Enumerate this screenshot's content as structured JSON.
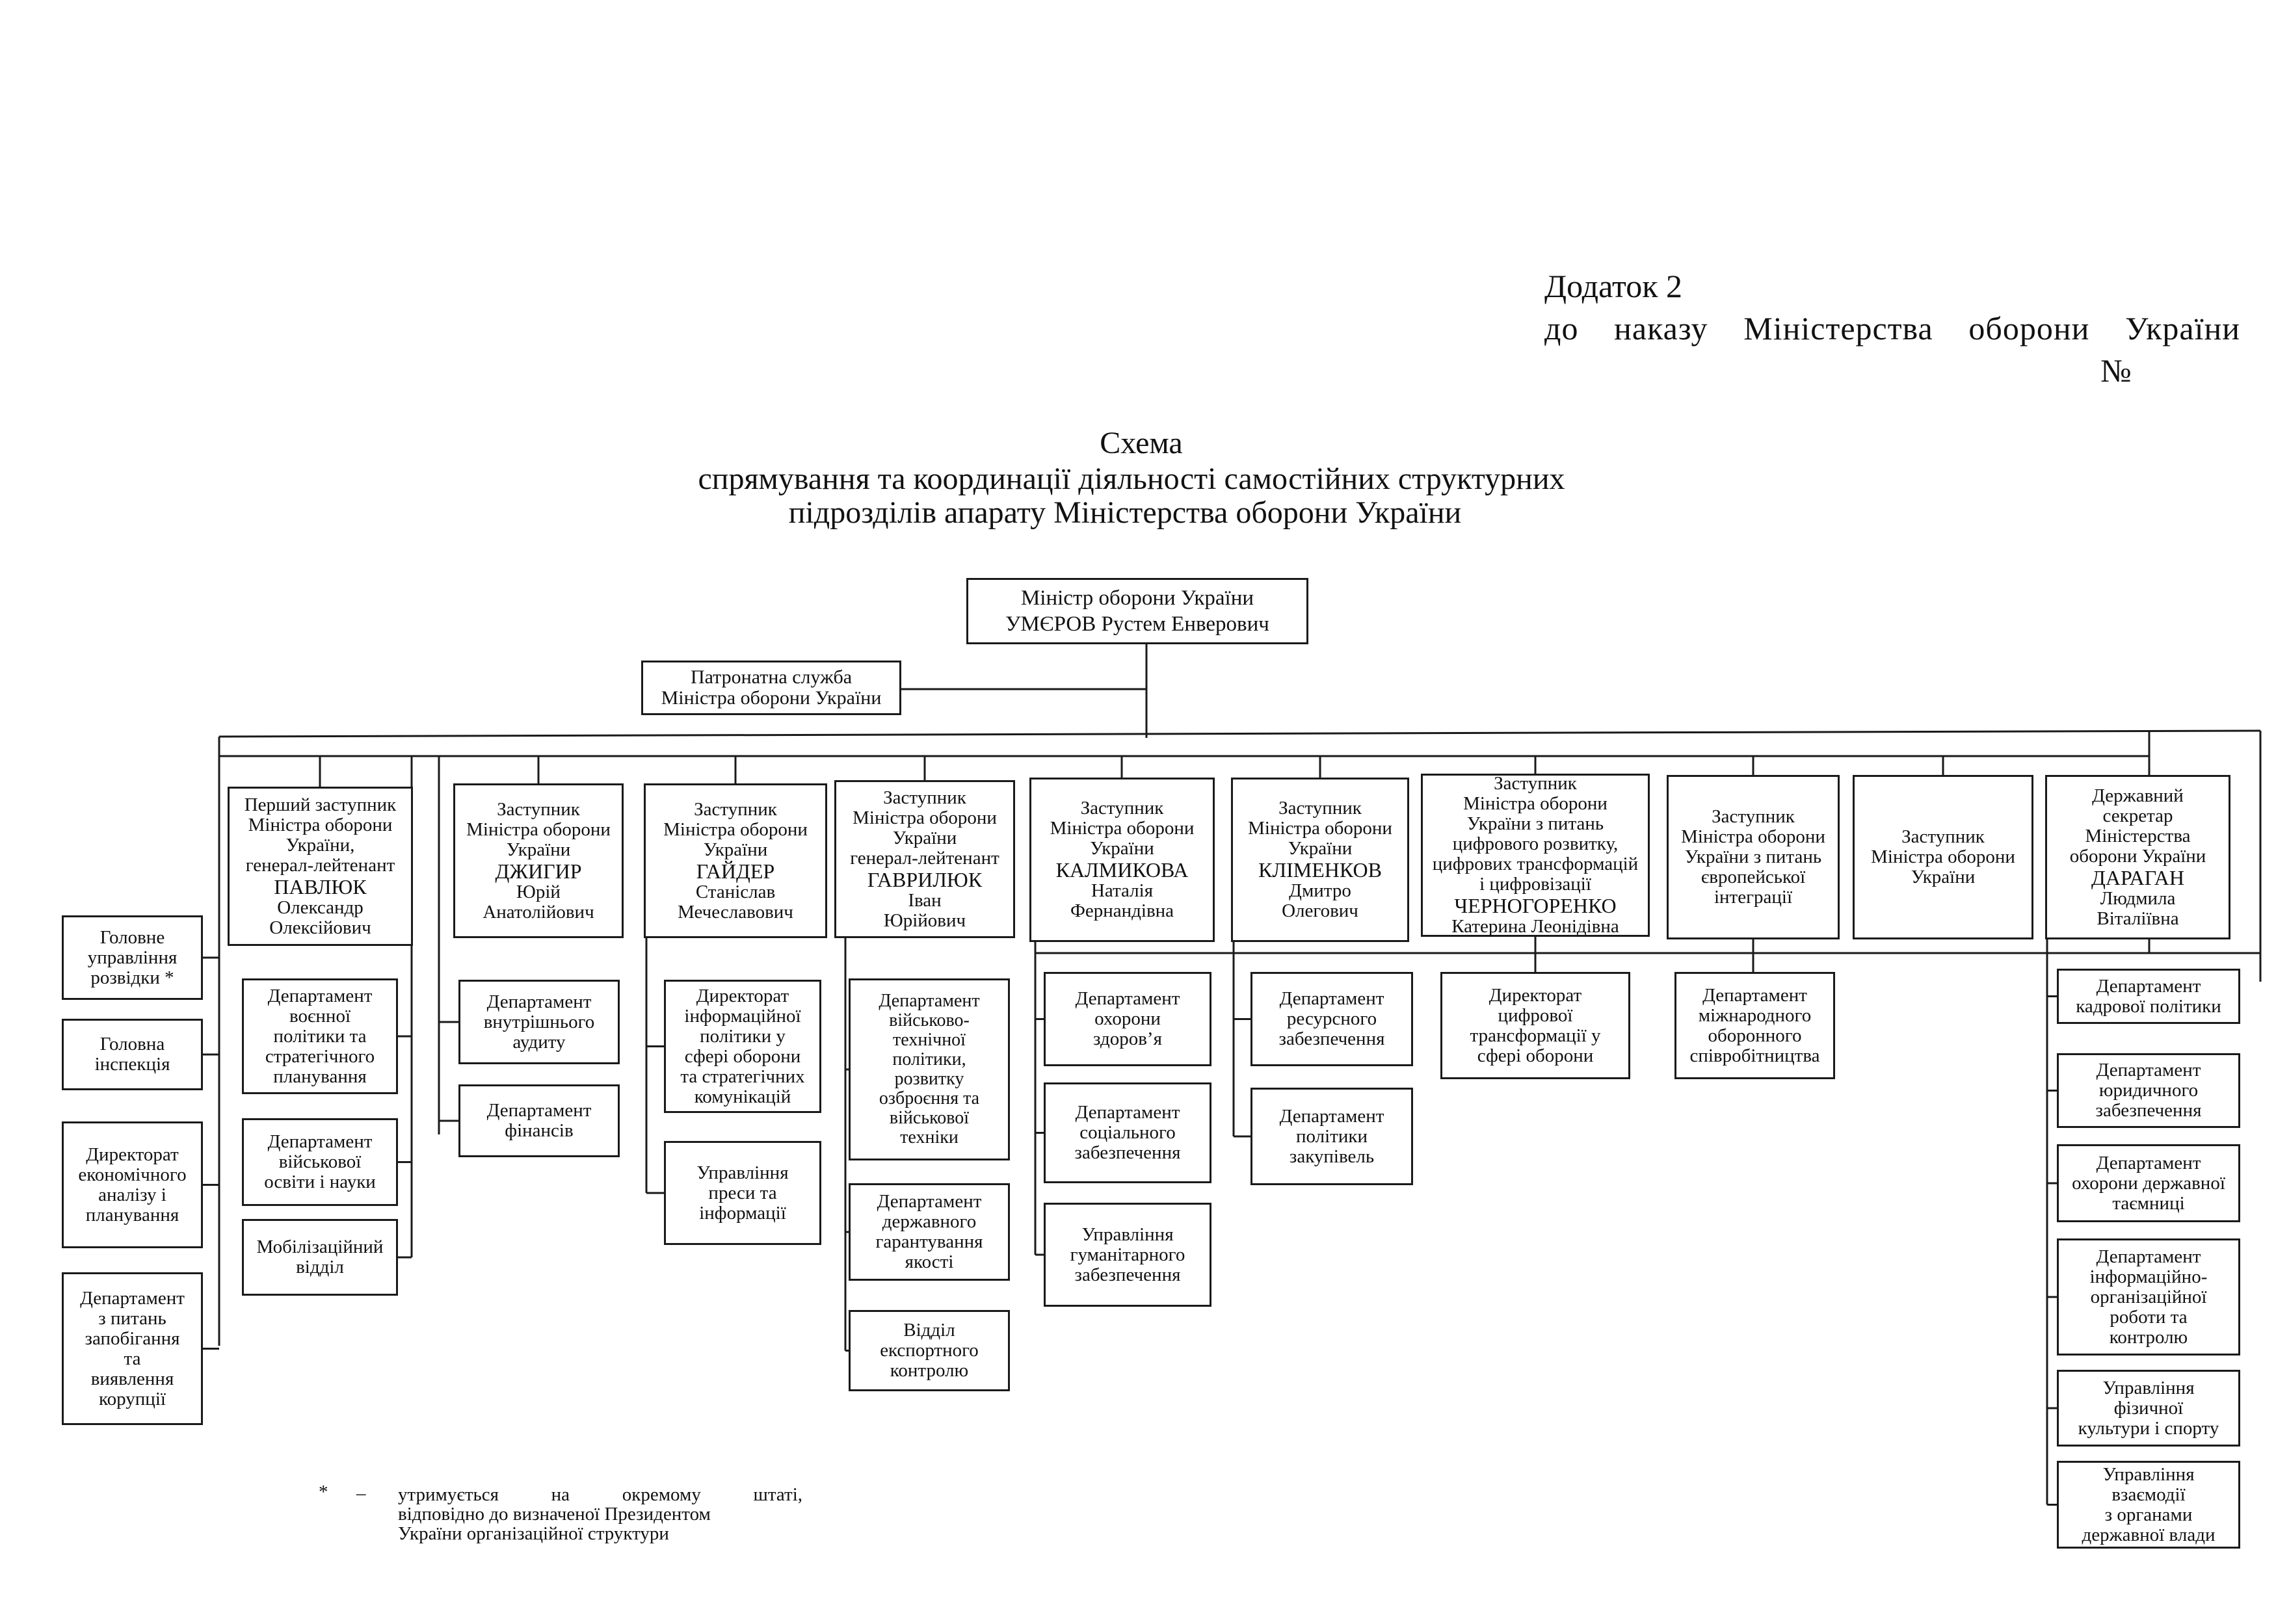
{
  "header": {
    "line1": "Додаток 2",
    "line2": "до наказу Міністерства оборони України",
    "line3": "№"
  },
  "title": {
    "line1": "Схема",
    "line2": "спрямування та координації діяльності самостійних структурних",
    "line3": "підрозділів апарату Міністерства оборони України"
  },
  "minister": {
    "line1": "Міністр оборони України",
    "line2": "УМЄРОВ Рустем Енверович"
  },
  "patronage": {
    "line1": "Патронатна служба",
    "line2": "Міністра оборони України"
  },
  "left_units": [
    {
      "lines": [
        "Головне",
        "управління",
        "розвідки *"
      ]
    },
    {
      "lines": [
        "Головна",
        "інспекція"
      ]
    },
    {
      "lines": [
        "Директорат",
        "економічного",
        "аналізу і",
        "планування"
      ]
    },
    {
      "lines": [
        "Департамент",
        "з питань",
        "запобігання",
        "та",
        "виявлення",
        "корупції"
      ]
    }
  ],
  "deputies": [
    {
      "pre": [
        "Перший заступник",
        "Міністра оборони",
        "України,",
        "генерал-лейтенант"
      ],
      "surname": "ПАВЛЮК",
      "post": [
        "Олександр",
        "Олексійович"
      ],
      "units": [
        [
          "Департамент",
          "воєнної",
          "політики та",
          "стратегічного",
          "планування"
        ],
        [
          "Департамент",
          "військової",
          "освіти і науки"
        ],
        [
          "Мобілізаційний",
          "відділ"
        ]
      ]
    },
    {
      "pre": [
        "Заступник",
        "Міністра оборони",
        "України"
      ],
      "surname": "ДЖИГИР",
      "post": [
        "Юрій",
        "Анатолійович"
      ],
      "units": [
        [
          "Департамент",
          "внутрішнього",
          "аудиту"
        ],
        [
          "Департамент",
          "фінансів"
        ]
      ]
    },
    {
      "pre": [
        "Заступник",
        "Міністра оборони",
        "України"
      ],
      "surname": "ГАЙДЕР",
      "post": [
        "Станіслав",
        "Мечеславович"
      ],
      "units": [
        [
          "Директорат",
          "інформаційної",
          "політики у",
          "сфері оборони",
          "та стратегічних",
          "комунікацій"
        ],
        [
          "Управління",
          "преси та",
          "інформації"
        ]
      ]
    },
    {
      "pre": [
        "Заступник",
        "Міністра оборони",
        "України",
        "генерал-лейтенант"
      ],
      "surname": "ГАВРИЛЮК",
      "post": [
        "Іван",
        "Юрійович"
      ],
      "units": [
        [
          "Департамент",
          "військово-",
          "технічної",
          "політики,",
          "розвитку",
          "озброєння та",
          "військової",
          "техніки"
        ],
        [
          "Департамент",
          "державного",
          "гарантування",
          "якості"
        ],
        [
          "Відділ",
          "експортного",
          "контролю"
        ]
      ]
    },
    {
      "pre": [
        "Заступник",
        "Міністра оборони",
        "України"
      ],
      "surname": "КАЛМИКОВА",
      "post": [
        "Наталія",
        "Фернандівна"
      ],
      "units": [
        [
          "Департамент",
          "охорони",
          "здоров’я"
        ],
        [
          "Департамент",
          "соціального",
          "забезпечення"
        ],
        [
          "Управління",
          "гуманітарного",
          "забезпечення"
        ]
      ]
    },
    {
      "pre": [
        "Заступник",
        "Міністра оборони",
        "України"
      ],
      "surname": "КЛІМЕНКОВ",
      "post": [
        "Дмитро",
        "Олегович"
      ],
      "units": [
        [
          "Департамент",
          "ресурсного",
          "забезпечення"
        ],
        [
          "Департамент",
          "політики",
          "закупівель"
        ]
      ]
    },
    {
      "pre": [
        "Заступник",
        "Міністра оборони",
        "України з питань",
        "цифрового розвитку,",
        "цифрових трансформацій",
        "і цифровізації"
      ],
      "surname": "ЧЕРНОГОРЕНКО",
      "post": [
        "Катерина Леонідівна"
      ],
      "units": [
        [
          "Директорат",
          "цифрової",
          "трансформації у",
          "сфері оборони"
        ]
      ]
    },
    {
      "pre": [
        "Заступник",
        "Міністра оборони",
        "України з питань",
        "європейської",
        "інтеграції"
      ],
      "surname": "",
      "post": [],
      "units": [
        [
          "Департамент",
          "міжнародного",
          "оборонного",
          "співробітництва"
        ]
      ]
    },
    {
      "pre": [
        "Заступник",
        "Міністра оборони",
        "України"
      ],
      "surname": "",
      "post": [],
      "units": []
    },
    {
      "pre": [
        "Державний",
        "секретар",
        "Міністерства",
        "оборони України"
      ],
      "surname": "ДАРАГАН",
      "post": [
        "Людмила",
        "Віталіївна"
      ],
      "units": [
        [
          "Департамент",
          "кадрової політики"
        ],
        [
          "Департамент",
          "юридичного",
          "забезпечення"
        ],
        [
          "Департамент",
          "охорони державної",
          "таємниці"
        ],
        [
          "Департамент",
          "інформаційно-",
          "організаційної",
          "роботи та",
          "контролю"
        ],
        [
          "Управління",
          "фізичної",
          "культури і спорту"
        ],
        [
          "Управління",
          "взаємодії",
          "з органами",
          "державної влади"
        ]
      ]
    }
  ],
  "footnote": {
    "mark": "*",
    "dash": "–",
    "line1": "утримується на окремому штаті,",
    "line2": "відповідно до визначеної Президентом",
    "line3": "України організаційної структури"
  }
}
